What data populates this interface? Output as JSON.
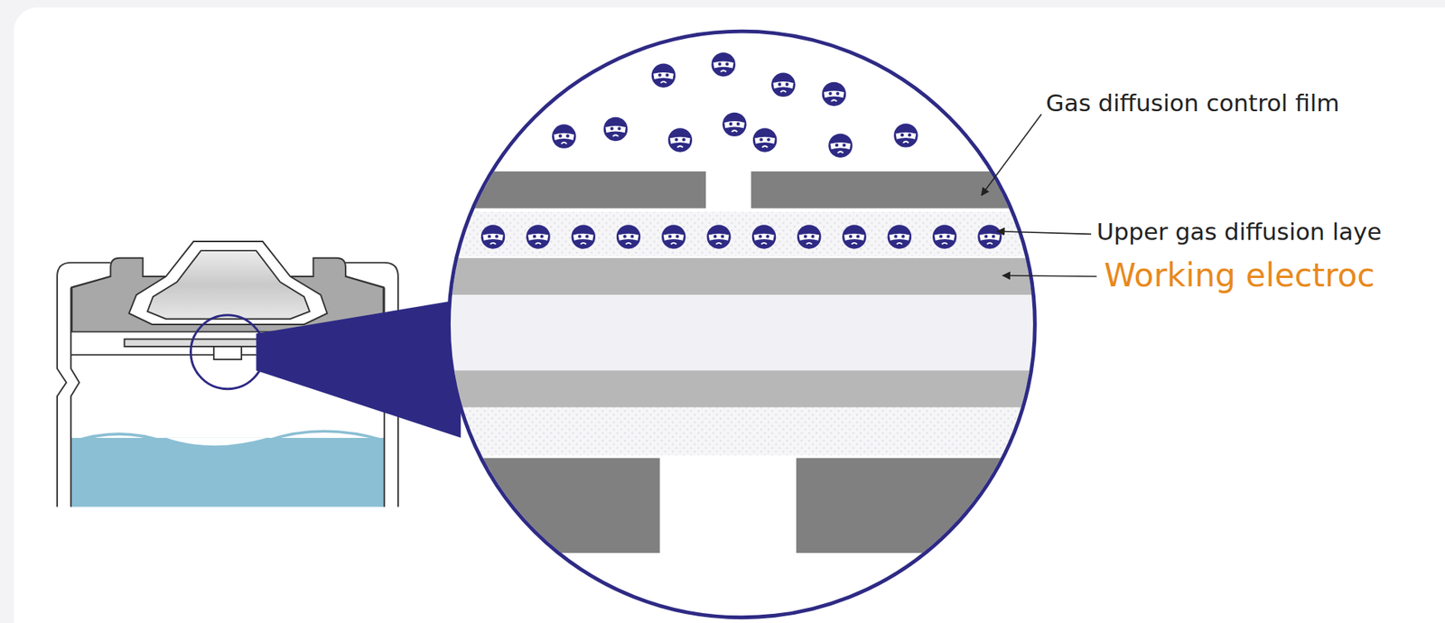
{
  "diagram": {
    "labels": [
      "Gas diffusion control film",
      "Upper gas diffusion laye",
      "Working electroc"
    ]
  }
}
